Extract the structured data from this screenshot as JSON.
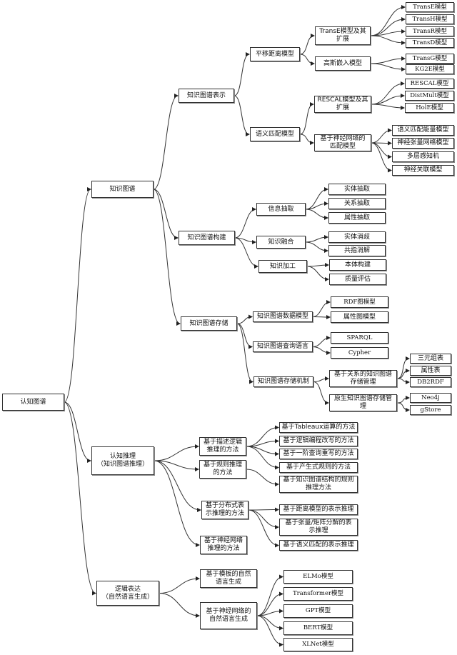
{
  "title": "认知图谱",
  "nodes": {
    "root": "认知图谱",
    "kg": "知识图谱",
    "kg_repr": "知识图谱表示",
    "trans_dist": "平移距离模型",
    "transe_ext": "TransE模型及其\n扩展",
    "transe": "TransE模型",
    "transh": "TransH模型",
    "transr": "TransR模型",
    "transd": "TransD模型",
    "gauss": "高斯嵌入模型",
    "transg": "TransG模型",
    "kg2e": "KG2E模型",
    "sem_match": "语义匹配模型",
    "rescal_ext": "RESCAL模型及其\n扩展",
    "rescal": "RESCAL模型",
    "distmult": "DistMult模型",
    "hole": "HolE模型",
    "nn_match": "基于神经网络的\n匹配模型",
    "sme": "语义匹配能量模型",
    "ntn": "神经张量网络模型",
    "mlp": "多层感知机",
    "nam": "神经关联模型",
    "kg_build": "知识图谱构建",
    "info_ext": "信息抽取",
    "entity_ext": "实体抽取",
    "rel_ext": "关系抽取",
    "attr_ext": "属性抽取",
    "fusion": "知识融合",
    "entity_disamb": "实体消歧",
    "coref": "共指消解",
    "processing": "知识加工",
    "ontology": "本体构建",
    "quality": "质量评估",
    "kg_store": "知识图谱存储",
    "data_model": "知识图谱数据模型",
    "rdf_model": "RDF图模型",
    "prop_model": "属性图模型",
    "query_lang": "知识图谱查询语言",
    "sparql": "SPARQL",
    "cypher": "Cypher",
    "store_mech": "知识图谱存储机制",
    "rel_store": "基于关系的知识图谱\n存储管理",
    "triple_table": "三元组表",
    "prop_table": "属性表",
    "db2rdf": "DB2RDF",
    "native_store": "原生知识图谱存储管\n理",
    "neo4j": "Neo4j",
    "gstore": "gStore",
    "reasoning": "认知推理\n（知识图谱推理）",
    "dl_reason": "基于描述逻辑\n推理的方法",
    "tableaux": "基于Tableaux运算的方法",
    "logic_prog": "基于逻辑编程改写的方法",
    "fol_query": "基于一阶查询重写的方法",
    "rule_reason": "基于规则推理\n的方法",
    "production": "基于产生式规则的方法",
    "kg_struct_rule": "基于知识图谱结构的规则\n推理方法",
    "dist_repr": "基于分布式表\n示推理的方法",
    "dist_model": "基于距离模型的表示推理",
    "tensor": "基于张量/矩阵分解的表\n示推理",
    "sem_match_reason": "基于语义匹配的表示推理",
    "nn_reason": "基于神经网络\n推理的方法",
    "nlg": "逻辑表达\n（自然语言生成）",
    "template_nlg": "基于模板的自然\n语言生成",
    "nn_nlg": "基于神经网络的\n自然语言生成",
    "elmo": "ELMo模型",
    "transformer": "Transformer模型",
    "gpt": "GPT模型",
    "bert": "BERT模型",
    "xlnet": "XLNet模型"
  },
  "edges": [
    [
      "root",
      "kg"
    ],
    [
      "root",
      "reasoning"
    ],
    [
      "root",
      "nlg"
    ],
    [
      "kg",
      "kg_repr"
    ],
    [
      "kg",
      "kg_build"
    ],
    [
      "kg",
      "kg_store"
    ],
    [
      "kg_repr",
      "trans_dist"
    ],
    [
      "kg_repr",
      "sem_match"
    ],
    [
      "trans_dist",
      "transe_ext"
    ],
    [
      "trans_dist",
      "gauss"
    ],
    [
      "transe_ext",
      "transe"
    ],
    [
      "transe_ext",
      "transh"
    ],
    [
      "transe_ext",
      "transr"
    ],
    [
      "transe_ext",
      "transd"
    ],
    [
      "gauss",
      "transg"
    ],
    [
      "gauss",
      "kg2e"
    ],
    [
      "sem_match",
      "rescal_ext"
    ],
    [
      "sem_match",
      "nn_match"
    ],
    [
      "rescal_ext",
      "rescal"
    ],
    [
      "rescal_ext",
      "distmult"
    ],
    [
      "rescal_ext",
      "hole"
    ],
    [
      "nn_match",
      "sme"
    ],
    [
      "nn_match",
      "ntn"
    ],
    [
      "nn_match",
      "mlp"
    ],
    [
      "nn_match",
      "nam"
    ],
    [
      "kg_build",
      "info_ext"
    ],
    [
      "kg_build",
      "fusion"
    ],
    [
      "kg_build",
      "processing"
    ],
    [
      "info_ext",
      "entity_ext"
    ],
    [
      "info_ext",
      "rel_ext"
    ],
    [
      "info_ext",
      "attr_ext"
    ],
    [
      "fusion",
      "entity_disamb"
    ],
    [
      "fusion",
      "coref"
    ],
    [
      "processing",
      "ontology"
    ],
    [
      "processing",
      "quality"
    ],
    [
      "kg_store",
      "data_model"
    ],
    [
      "kg_store",
      "query_lang"
    ],
    [
      "kg_store",
      "store_mech"
    ],
    [
      "data_model",
      "rdf_model"
    ],
    [
      "data_model",
      "prop_model"
    ],
    [
      "query_lang",
      "sparql"
    ],
    [
      "query_lang",
      "cypher"
    ],
    [
      "store_mech",
      "rel_store"
    ],
    [
      "store_mech",
      "native_store"
    ],
    [
      "rel_store",
      "triple_table"
    ],
    [
      "rel_store",
      "prop_table"
    ],
    [
      "rel_store",
      "db2rdf"
    ],
    [
      "native_store",
      "neo4j"
    ],
    [
      "native_store",
      "gstore"
    ],
    [
      "reasoning",
      "dl_reason"
    ],
    [
      "reasoning",
      "rule_reason"
    ],
    [
      "reasoning",
      "dist_repr"
    ],
    [
      "reasoning",
      "nn_reason"
    ],
    [
      "dl_reason",
      "tableaux"
    ],
    [
      "dl_reason",
      "logic_prog"
    ],
    [
      "dl_reason",
      "fol_query"
    ],
    [
      "dl_reason",
      "production"
    ],
    [
      "rule_reason",
      "kg_struct_rule"
    ],
    [
      "dist_repr",
      "dist_model"
    ],
    [
      "dist_repr",
      "tensor"
    ],
    [
      "dist_repr",
      "sem_match_reason"
    ],
    [
      "nlg",
      "template_nlg"
    ],
    [
      "nlg",
      "nn_nlg"
    ],
    [
      "nn_nlg",
      "elmo"
    ],
    [
      "nn_nlg",
      "transformer"
    ],
    [
      "nn_nlg",
      "gpt"
    ],
    [
      "nn_nlg",
      "bert"
    ],
    [
      "nn_nlg",
      "xlnet"
    ]
  ]
}
